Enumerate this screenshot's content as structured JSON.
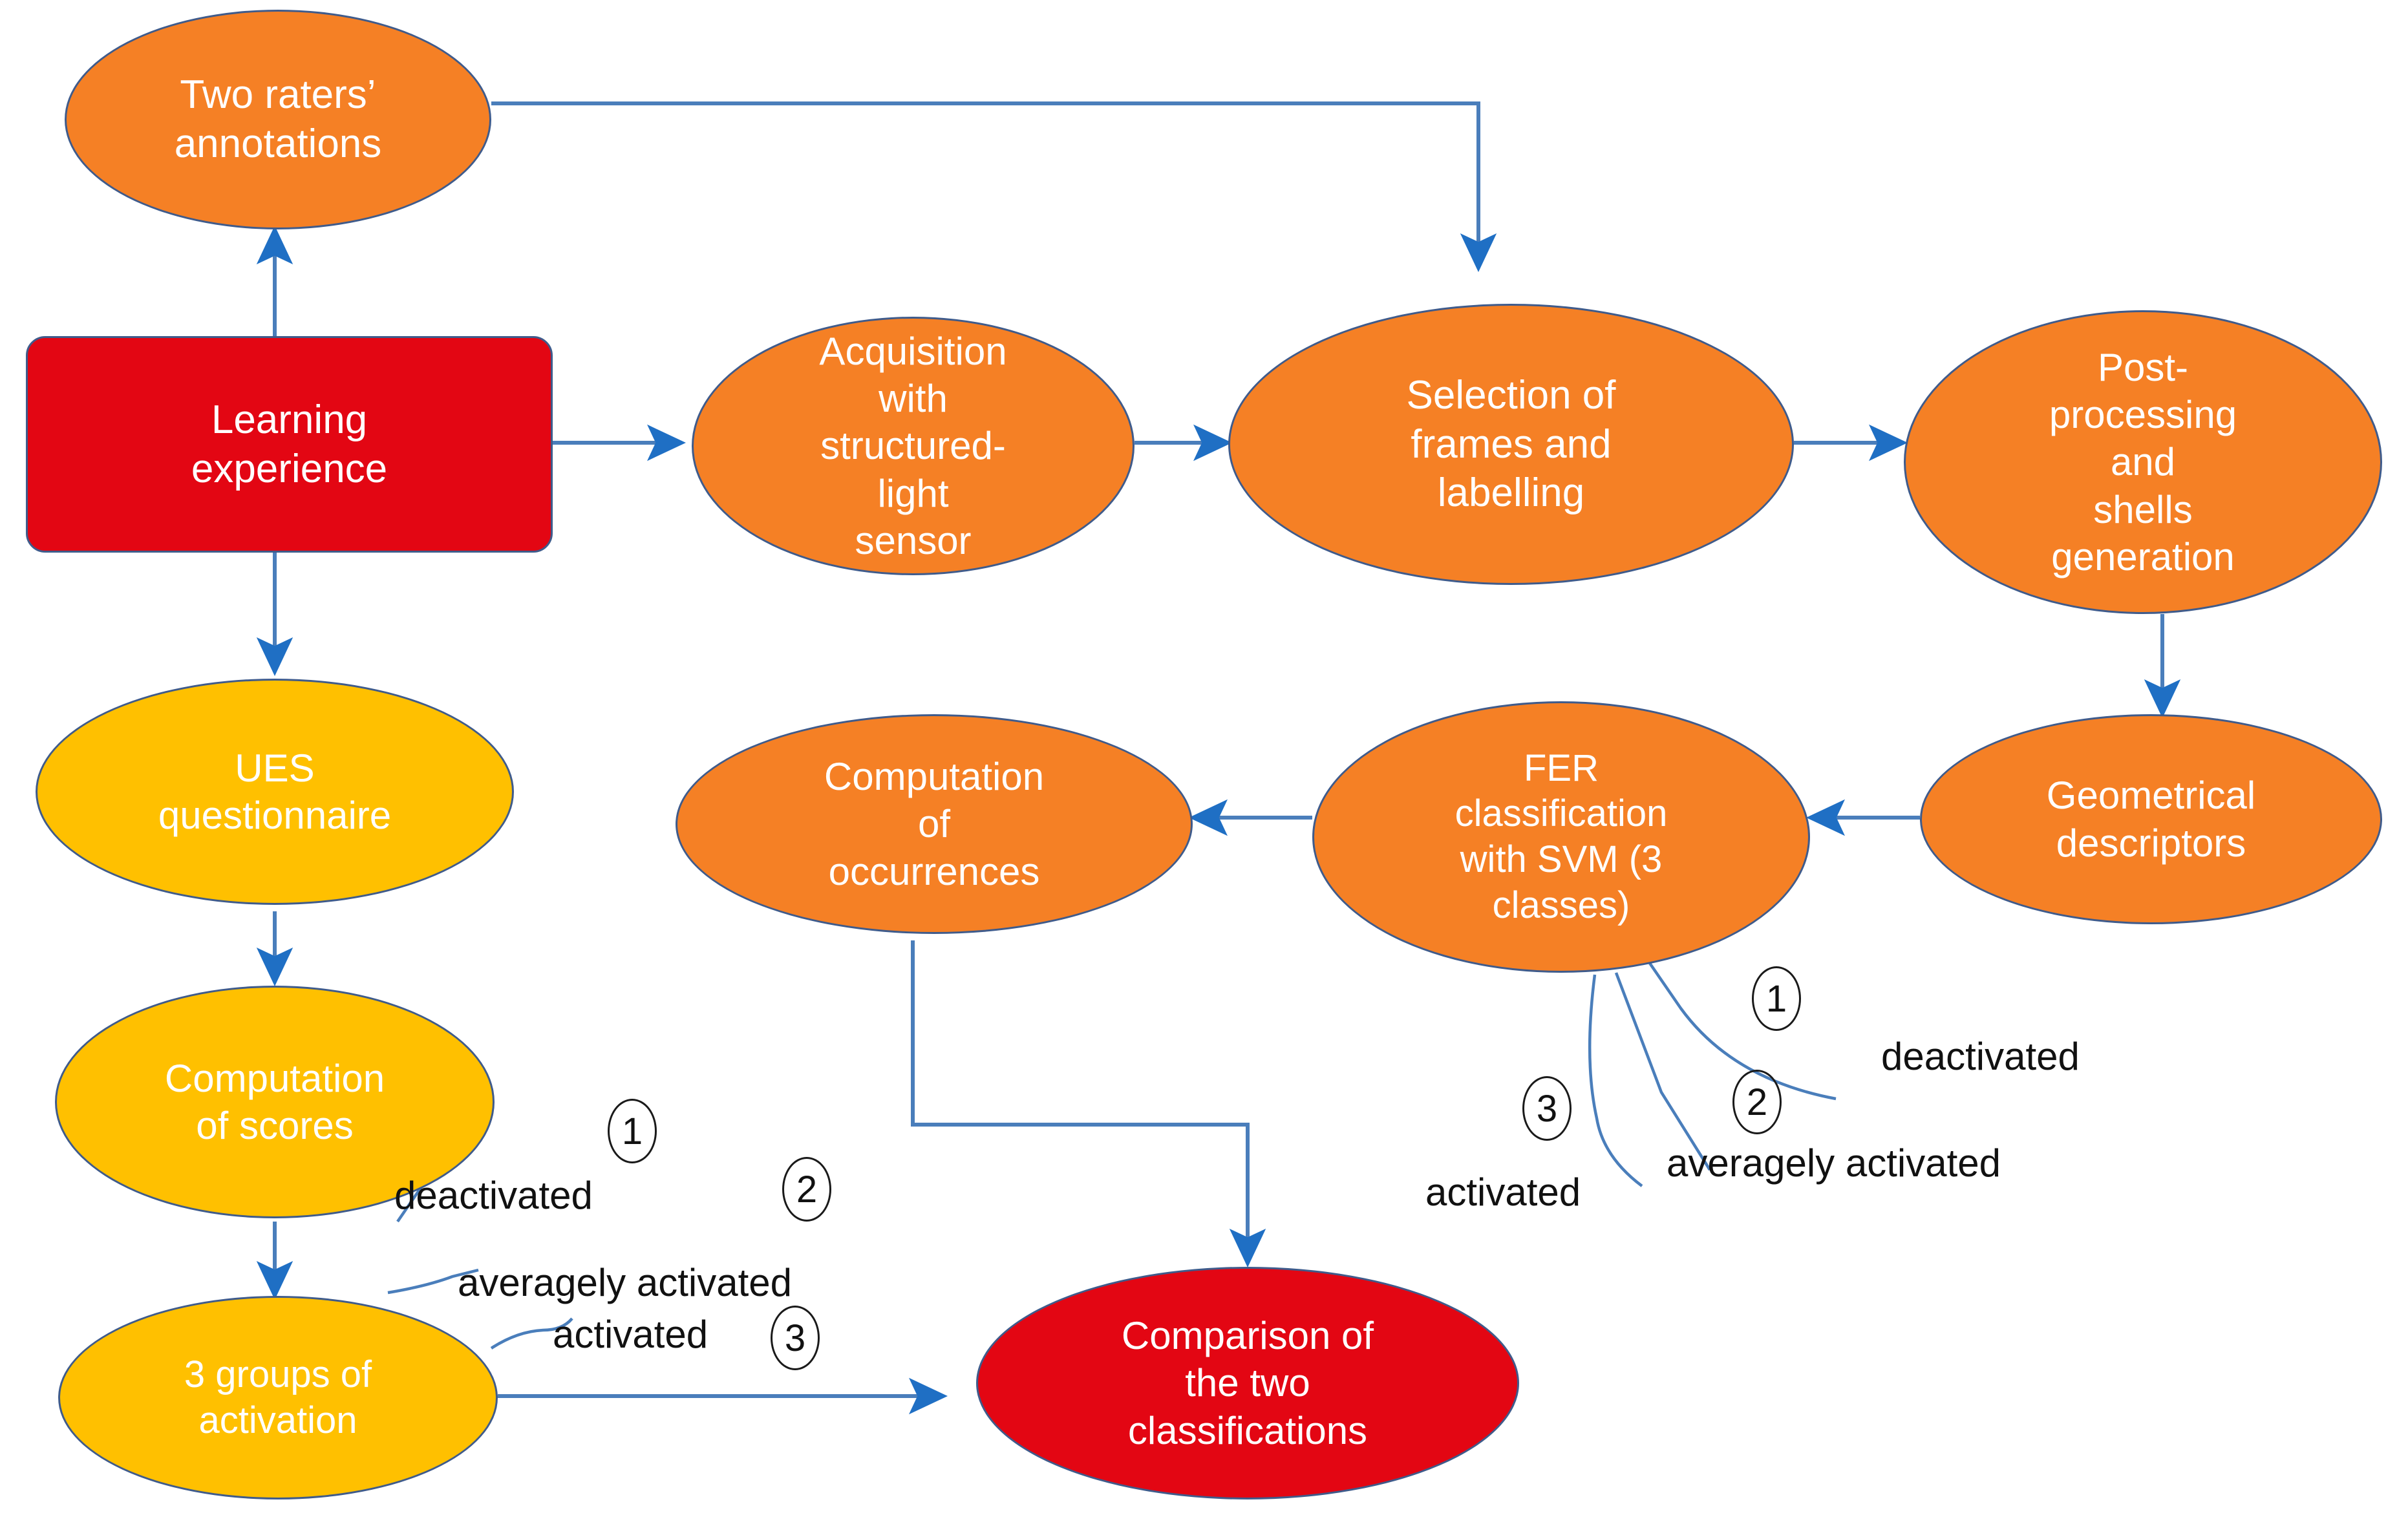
{
  "diagram": {
    "title": "Learning experience analysis pipeline flowchart",
    "colors": {
      "orange": "#F58025",
      "yellow": "#FFC000",
      "red": "#E30613",
      "edge_blue": "#4A7EBB",
      "node_border": "#3F5B8B",
      "node_text": "#FFFFFF",
      "annotation_text": "#111111"
    },
    "nodes": [
      {
        "id": "two-raters-annotations",
        "label": "Two raters’\nannotations"
      },
      {
        "id": "learning-experience",
        "label": "Learning experience"
      },
      {
        "id": "acquisition",
        "label": "Acquisition\nwith\nstructured-\nlight sensor"
      },
      {
        "id": "selection-frames",
        "label": "Selection of\nframes and\nlabelling"
      },
      {
        "id": "post-processing",
        "label": "Post-\nprocessing and\nshells\ngeneration"
      },
      {
        "id": "geometrical-descriptors",
        "label": "Geometrical\ndescriptors"
      },
      {
        "id": "fer-classification",
        "label": "FER\nclassification\nwith SVM (3\nclasses)"
      },
      {
        "id": "computation-occurrences",
        "label": "Computation\nof\noccurrences"
      },
      {
        "id": "ues-questionnaire",
        "label": "UES\nquestionnaire"
      },
      {
        "id": "computation-scores",
        "label": "Computation\nof scores"
      },
      {
        "id": "three-groups",
        "label": "3 groups of\nactivation"
      },
      {
        "id": "comparison",
        "label": "Comparison of\nthe two\nclassifications"
      }
    ],
    "annotations": {
      "fer_classes": [
        {
          "number": "1",
          "label": "deactivated"
        },
        {
          "number": "2",
          "label": "averagely activated"
        },
        {
          "number": "3",
          "label": "activated"
        }
      ],
      "ues_groups": [
        {
          "number": "1",
          "label": "deactivated"
        },
        {
          "number": "2",
          "label": "averagely activated"
        },
        {
          "number": "3",
          "label": "activated"
        }
      ]
    }
  }
}
